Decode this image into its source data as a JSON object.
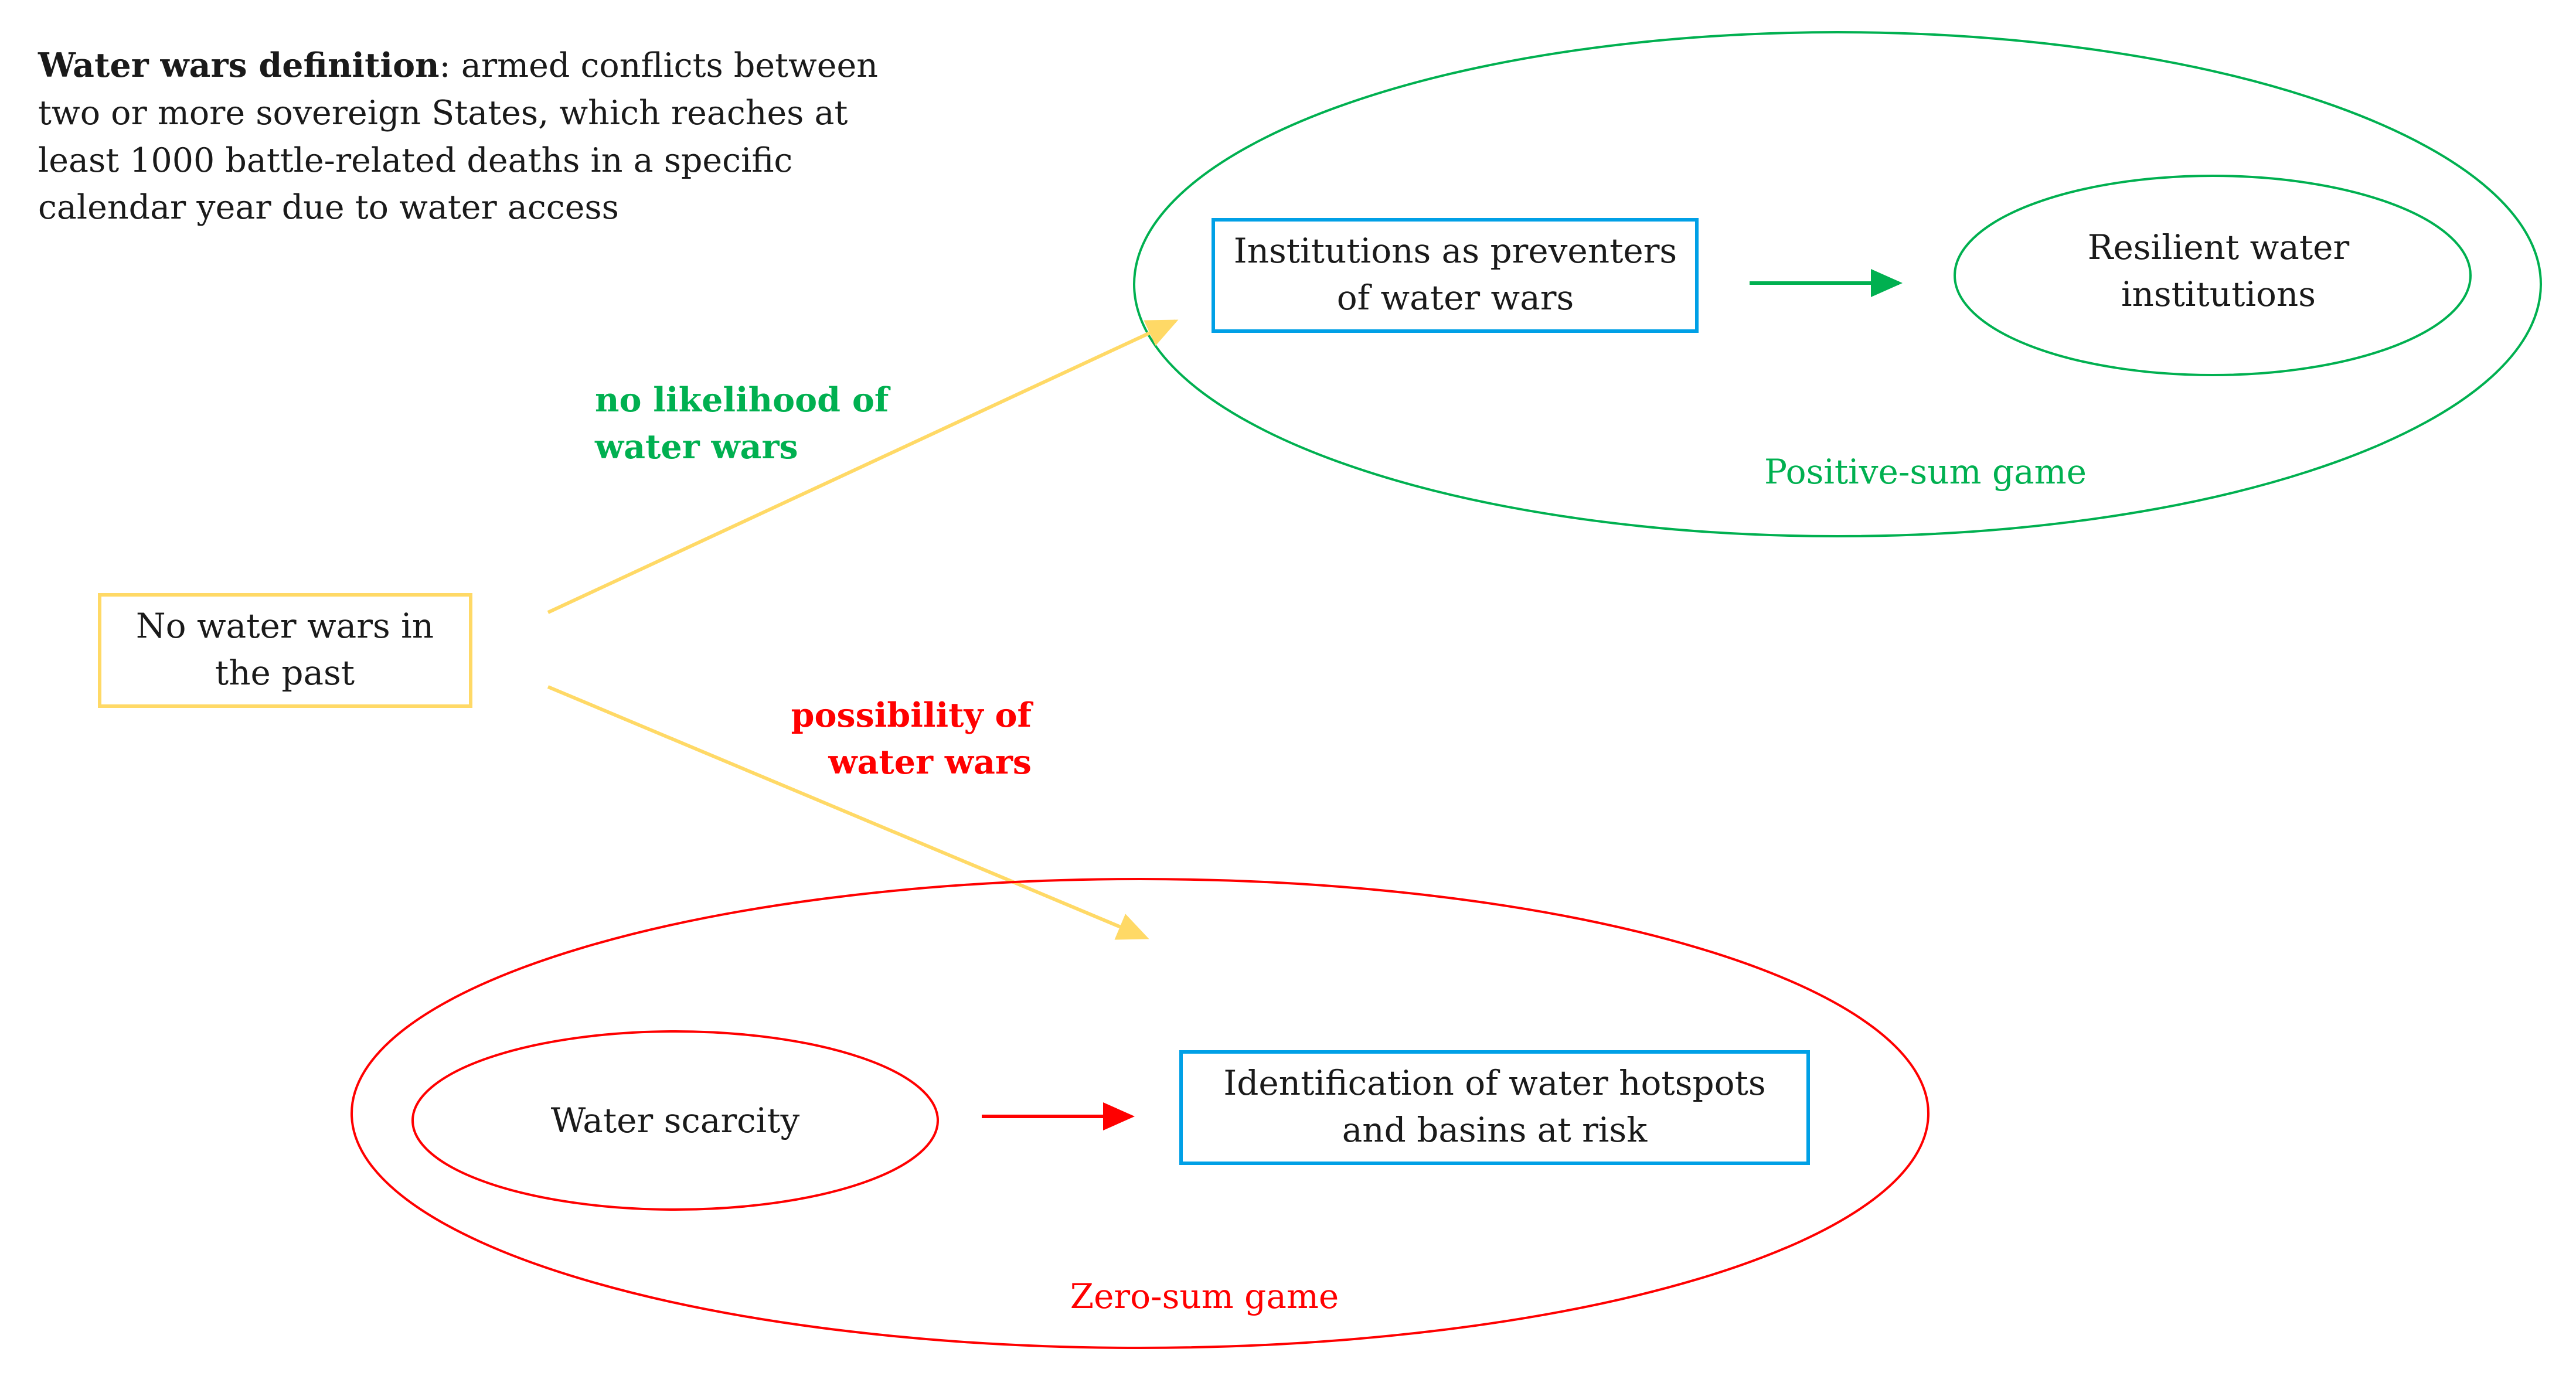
{
  "definition": {
    "term": "Water wars definition",
    "line1_rest": ": armed conflicts between",
    "line2": "two or more sovereign States, which reaches at",
    "line3": "least 1000 battle-related deaths in a specific",
    "line4": "calendar year due to water access"
  },
  "start_node": {
    "line1": "No water wars in",
    "line2": "the past"
  },
  "upper_branch": {
    "label_line1": "no likelihood of",
    "label_line2": "water wars",
    "box_line1": "Institutions as preventers",
    "box_line2": "of water wars",
    "outcome_line1": "Resilient water",
    "outcome_line2": "institutions",
    "game_label": "Positive-sum game"
  },
  "lower_branch": {
    "label_line1": "possibility of",
    "label_line2": "water wars",
    "cause": "Water scarcity",
    "box_line1": "Identification of water hotspots",
    "box_line2": "and basins at risk",
    "game_label": "Zero-sum game"
  },
  "colors": {
    "yellow": "#FFD966",
    "green": "#00B050",
    "red": "#FF0000",
    "blue": "#00A0E6",
    "text": "#1a1a1a"
  }
}
